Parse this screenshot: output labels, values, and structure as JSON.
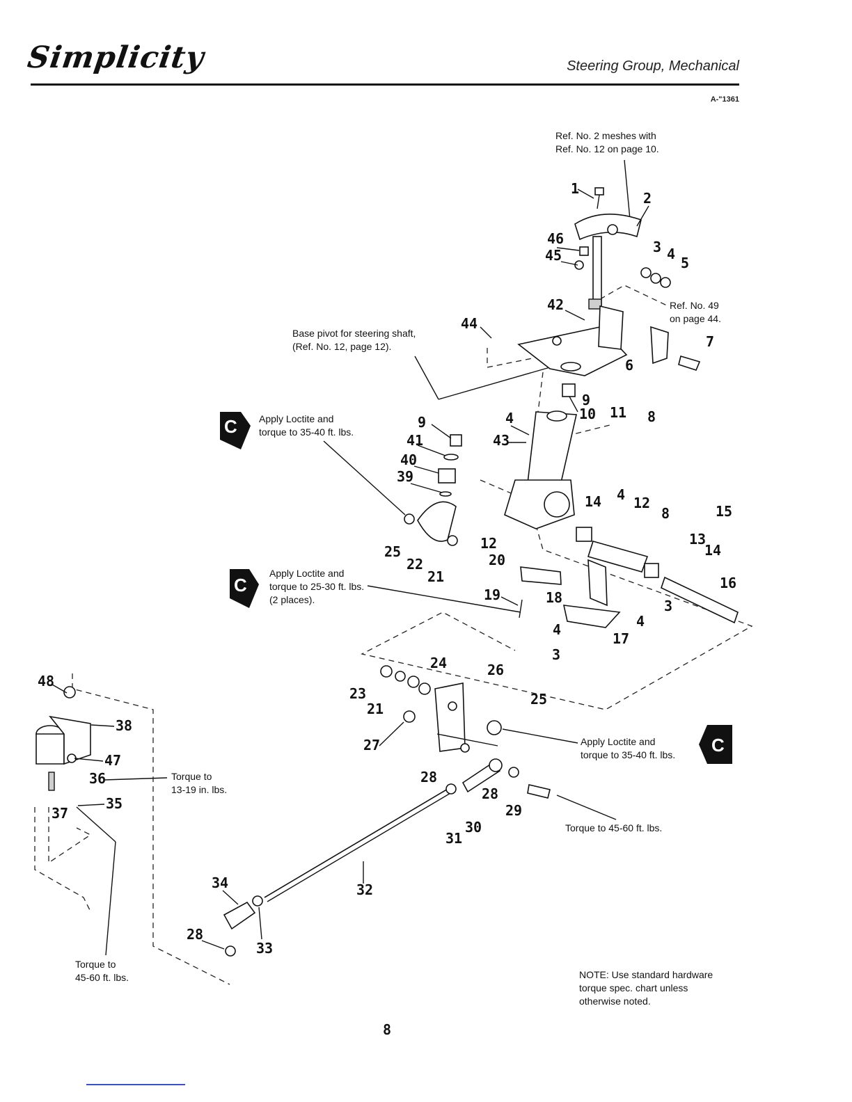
{
  "header": {
    "brand": "Simplicity",
    "section_title": "Steering Group, Mechanical",
    "ref_code": "A-\"1361"
  },
  "page_number": "8",
  "notes": {
    "ref2": "Ref. No. 2 meshes with\nRef. No. 12 on page 10.",
    "ref49": "Ref. No. 49\non page 44.",
    "base_pivot": "Base pivot for steering shaft,\n(Ref. No. 12, page 12).",
    "loctite_top": "Apply Loctite and\ntorque to 35-40 ft. lbs.",
    "loctite_mid": "Apply Loctite and\ntorque to 25-30 ft. lbs.\n(2 places).",
    "loctite_right": "Apply Loctite and\ntorque to 35-40 ft. lbs.",
    "torque_36": "Torque to\n13-19 in. lbs.",
    "torque_29": "Torque to 45-60 ft. lbs.",
    "torque_35": "Torque to\n45-60 ft. lbs.",
    "hardware_note": "NOTE: Use standard hardware\ntorque spec. chart unless\notherwise noted."
  },
  "badges": [
    "C",
    "C",
    "C"
  ],
  "callouts": {
    "c1": "1",
    "c2": "2",
    "c3a": "3",
    "c4a": "4",
    "c5": "5",
    "c46": "46",
    "c45": "45",
    "c42": "42",
    "c44": "44",
    "c7": "7",
    "c6": "6",
    "c9a": "9",
    "c10": "10",
    "c11": "11",
    "c8a": "8",
    "c4b": "4",
    "c43": "43",
    "c9b": "9",
    "c41": "41",
    "c40": "40",
    "c39": "39",
    "c14a": "14",
    "c4c": "4",
    "c12a": "12",
    "c8b": "8",
    "c15": "15",
    "c13": "13",
    "c14b": "14",
    "c25a": "25",
    "c22": "22",
    "c21a": "21",
    "c12b": "12",
    "c20": "20",
    "c16": "16",
    "c19": "19",
    "c18": "18",
    "c4d": "4",
    "c3b": "3",
    "c17": "17",
    "c4e": "4",
    "c3c": "3",
    "c48": "48",
    "c38": "38",
    "c47": "47",
    "c36": "36",
    "c37": "37",
    "c35": "35",
    "c23": "23",
    "c24": "24",
    "c21b": "21",
    "c26": "26",
    "c25b": "25",
    "c27": "27",
    "c28a": "28",
    "c28b": "28",
    "c29": "29",
    "c31": "31",
    "c30": "30",
    "c32": "32",
    "c34": "34",
    "c33": "33",
    "c28c": "28"
  }
}
